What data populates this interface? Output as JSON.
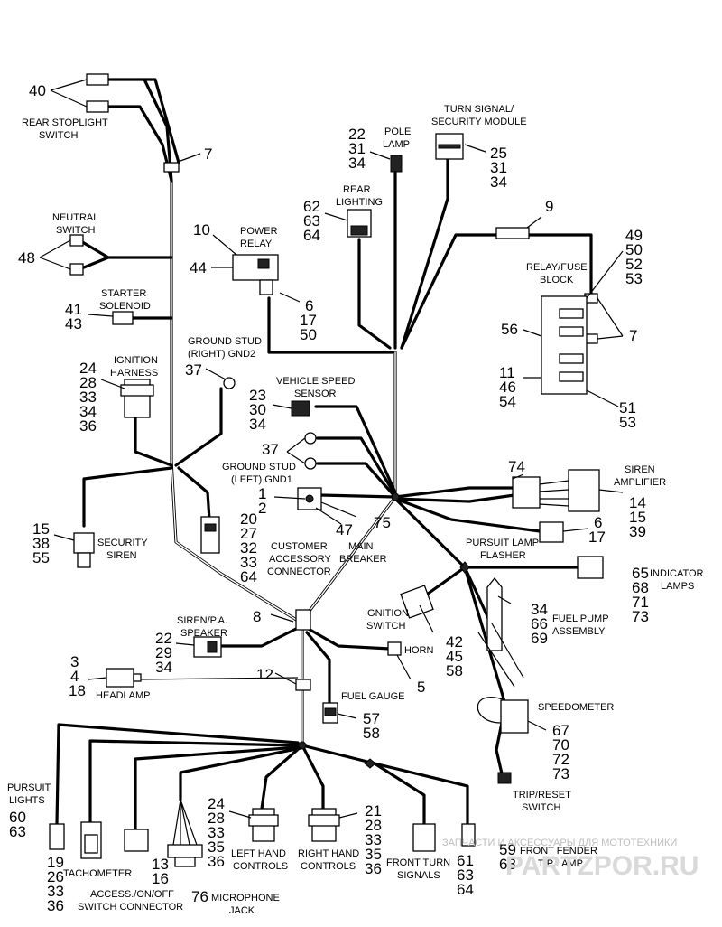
{
  "labels": {
    "rear_stoplight_switch": [
      "REAR STOPLIGHT",
      "SWITCH"
    ],
    "neutral_switch": [
      "NEUTRAL",
      "SWITCH"
    ],
    "power_relay": [
      "POWER",
      "RELAY"
    ],
    "starter_solenoid": [
      "STARTER",
      "SOLENOID"
    ],
    "ground_stud_right": [
      "GROUND STUD",
      "(RIGHT) GND2"
    ],
    "ignition_harness": [
      "IGNITION",
      "HARNESS"
    ],
    "security_siren": [
      "SECURITY",
      "SIREN"
    ],
    "pole_lamp": [
      "POLE",
      "LAMP"
    ],
    "turn_signal_module": [
      "TURN SIGNAL/",
      "SECURITY MODULE"
    ],
    "rear_lighting": [
      "REAR",
      "LIGHTING"
    ],
    "relay_fuse_block": [
      "RELAY/FUSE",
      "BLOCK"
    ],
    "vehicle_speed_sensor": [
      "VEHICLE SPEED",
      "SENSOR"
    ],
    "ground_stud_left": [
      "GROUND STUD",
      "(LEFT) GND1"
    ],
    "siren_amplifier": [
      "SIREN",
      "AMPLIFIER"
    ],
    "customer_accessory_connector": [
      "CUSTOMER",
      "ACCESSORY",
      "CONNECTOR"
    ],
    "main_breaker": [
      "MAIN",
      "BREAKER"
    ],
    "pursuit_lamp_flasher": [
      "PURSUIT LAMP",
      "FLASHER"
    ],
    "indicator_lamps": [
      "INDICATOR",
      "LAMPS"
    ],
    "siren_pa_speaker": [
      "SIREN/P.A.",
      "SPEAKER"
    ],
    "ignition_switch": [
      "IGNITION",
      "SWITCH"
    ],
    "fuel_pump_assembly": [
      "FUEL PUMP",
      "ASSEMBLY"
    ],
    "horn": "HORN",
    "headlamp": "HEADLAMP",
    "fuel_gauge": "FUEL GAUGE",
    "speedometer": "SPEEDOMETER",
    "pursuit_lights": [
      "PURSUIT",
      "LIGHTS"
    ],
    "trip_reset_switch": [
      "TRIP/RESET",
      "SWITCH"
    ],
    "left_hand_controls": [
      "LEFT HAND",
      "CONTROLS"
    ],
    "right_hand_controls": [
      "RIGHT HAND",
      "CONTROLS"
    ],
    "front_turn_signals": [
      "FRONT TURN",
      "SIGNALS"
    ],
    "front_fender_tip_lamp": [
      "FRONT FENDER",
      "TIP LAMP"
    ],
    "tachometer": "TACHOMETER",
    "access_switch_connector": [
      "ACCESS./ON/OFF",
      "SWITCH CONNECTOR"
    ],
    "microphone_jack": [
      "MICROPHONE",
      "JACK"
    ]
  },
  "callouts": {
    "rear_stoplight": [
      "40"
    ],
    "rear_clip": [
      "7"
    ],
    "neutral": [
      "48"
    ],
    "power_relay_ref": [
      "10"
    ],
    "power_relay_left": [
      "44"
    ],
    "power_relay_right": [
      "6",
      "17",
      "50"
    ],
    "starter_solenoid": [
      "41",
      "43"
    ],
    "ground_right": [
      "37"
    ],
    "ignition_harness": [
      "24",
      "28",
      "33",
      "34",
      "36"
    ],
    "security_siren": [
      "15",
      "38",
      "55"
    ],
    "pole_lamp": [
      "22",
      "31",
      "34"
    ],
    "turn_signal_module": [
      "25",
      "31",
      "34"
    ],
    "rear_lighting": [
      "62",
      "63",
      "64"
    ],
    "clip_9": [
      "9"
    ],
    "relay_block_top": [
      "49",
      "50",
      "52",
      "53"
    ],
    "relay_block_56": [
      "56"
    ],
    "relay_block_7": [
      "7"
    ],
    "relay_block_left": [
      "11",
      "46",
      "54"
    ],
    "relay_block_right": [
      "51",
      "53"
    ],
    "vehicle_speed_sensor": [
      "23",
      "30",
      "34"
    ],
    "ground_left": [
      "37"
    ],
    "siren_amp_74": [
      "74"
    ],
    "siren_amp": [
      "14",
      "15",
      "39"
    ],
    "main_breaker_left": [
      "1",
      "2"
    ],
    "customer_connector": [
      "20",
      "27",
      "32",
      "33",
      "64"
    ],
    "main_breaker_47": [
      "47"
    ],
    "main_breaker_75": [
      "75"
    ],
    "flasher": [
      "6",
      "17"
    ],
    "indicator_lamps": [
      "65",
      "68",
      "71",
      "73"
    ],
    "harness_clip_8": [
      "8"
    ],
    "siren_speaker": [
      "22",
      "29",
      "34"
    ],
    "ignition_switch": [
      "42",
      "45",
      "58"
    ],
    "fuel_pump": [
      "34",
      "66",
      "69"
    ],
    "headlamp": [
      "3",
      "4",
      "18"
    ],
    "clip_12": [
      "12"
    ],
    "horn": [
      "5"
    ],
    "fuel_gauge": [
      "57",
      "58"
    ],
    "speedometer": [
      "67",
      "70",
      "72",
      "73"
    ],
    "pursuit_lights": [
      "60",
      "63"
    ],
    "left_hand_controls": [
      "24",
      "28",
      "33",
      "35",
      "36"
    ],
    "right_hand_controls": [
      "21",
      "28",
      "33",
      "35",
      "36"
    ],
    "front_turn_signals": [
      "61",
      "63",
      "64"
    ],
    "front_fender_tip_lamp": [
      "59",
      "63"
    ],
    "tachometer": [
      "19",
      "26",
      "33",
      "36"
    ],
    "access_switch": [
      "13",
      "16"
    ],
    "microphone_jack": [
      "76"
    ]
  },
  "watermark": {
    "tagline": "ЗАПЧАСТИ И АКСЕССУАРЫ ДЛЯ МОТОТЕХНИКИ",
    "logo": "PARTZPOR.RU"
  }
}
